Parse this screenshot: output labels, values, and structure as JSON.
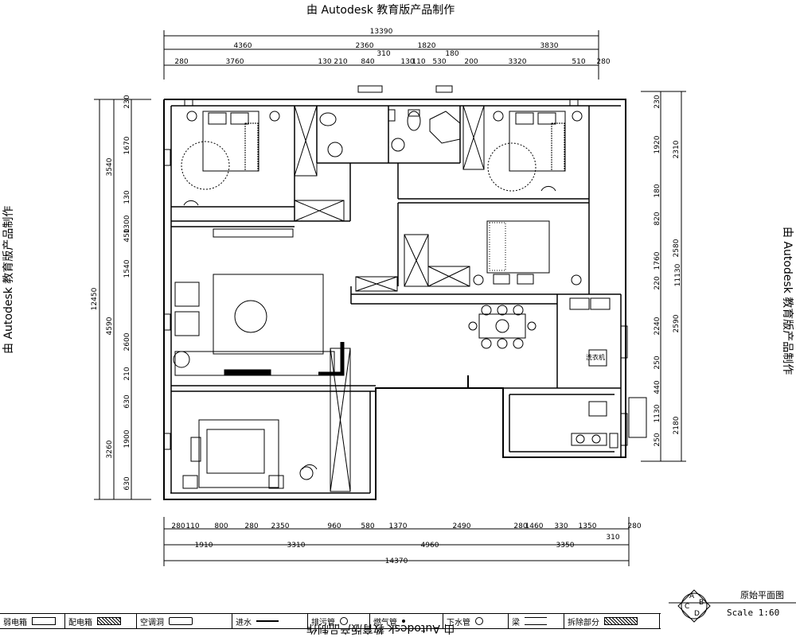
{
  "watermark": "由 Autodesk 教育版产品制作",
  "top_dims": {
    "total": "13390",
    "row1": [
      "4360",
      "2360",
      "1820",
      "3830"
    ],
    "row2": [
      "280",
      "3760",
      "130",
      "210",
      "840",
      "310",
      "130",
      "110",
      "530",
      "180",
      "200",
      "3320",
      "510",
      "280"
    ]
  },
  "bottom_dims": {
    "row1": [
      "280",
      "110",
      "800",
      "280",
      "2350",
      "960",
      "580",
      "1370",
      "2490",
      "280",
      "1460",
      "330",
      "1350",
      "280"
    ],
    "row2": [
      "1910",
      "3310",
      "4960",
      "3350",
      "310"
    ],
    "total": "14370"
  },
  "left_dims": {
    "total": "12450",
    "mid": [
      "3540",
      "4590",
      "3260"
    ],
    "fine": [
      "230",
      "1670",
      "130",
      "1300",
      "450",
      "1540",
      "2600",
      "210",
      "630",
      "1900",
      "630"
    ]
  },
  "right_dims": {
    "total": "11130",
    "mid": [
      "2310",
      "2580",
      "2590",
      "2180"
    ],
    "fine": [
      "230",
      "1920",
      "180",
      "820",
      "1760",
      "220",
      "2240",
      "250",
      "440",
      "1130",
      "250"
    ]
  },
  "labels": {
    "washer": "洗衣机"
  },
  "legend": [
    {
      "label": "弱电箱",
      "symbol": "box-icon"
    },
    {
      "label": "配电箱",
      "symbol": "hatched-box-icon"
    },
    {
      "label": "空调洞",
      "symbol": "rect-outline-icon"
    },
    {
      "label": "进水",
      "symbol": "thick-line-icon"
    },
    {
      "label": "排污管",
      "symbol": "circle-icon"
    },
    {
      "label": "燃气管",
      "symbol": "dot-icon"
    },
    {
      "label": "下水管",
      "symbol": "small-circle-icon"
    },
    {
      "label": "梁",
      "symbol": "dashed-lines-icon"
    },
    {
      "label": "拆除部分",
      "symbol": "hatched-rect-icon"
    }
  ],
  "title": "原始平面图",
  "scale": "Scale  1:60",
  "compass_letters": [
    "A",
    "B",
    "C",
    "D"
  ]
}
